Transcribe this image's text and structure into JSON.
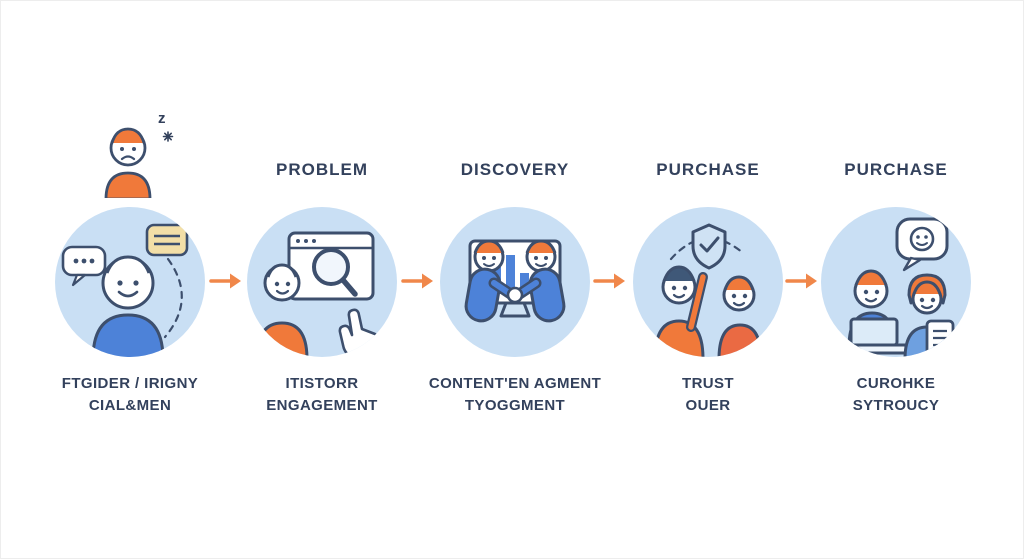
{
  "diagram": {
    "type": "customer-journey-flow",
    "annotation_z": "z"
  },
  "stages": [
    {
      "id": "stage-1",
      "header": "",
      "label": [
        "FTGIDER / IRIGNY",
        "CIAL&MEN"
      ]
    },
    {
      "id": "stage-2",
      "header": "PROBLEM",
      "label": [
        "ITISTORR",
        "ENGAGEMENT"
      ]
    },
    {
      "id": "stage-3",
      "header": "DISCOVERY",
      "label": [
        "CONTENT'EN AGMENT",
        "TYOGGMENT"
      ]
    },
    {
      "id": "stage-4",
      "header": "PURCHASE",
      "label": [
        "TRUST",
        "OUER"
      ]
    },
    {
      "id": "stage-5",
      "header": "PURCHASE",
      "label": [
        "CUROHKE",
        "SYTROUCY"
      ]
    }
  ],
  "colors": {
    "circle_blue": "#C9DFF4",
    "line_navy": "#3D4F6D",
    "accent_orange": "#F0793A",
    "arrow_orange": "#F0874A",
    "shirt_blue": "#4D82D8",
    "text_navy": "#33415C",
    "note_tan": "#F3DFA7"
  }
}
